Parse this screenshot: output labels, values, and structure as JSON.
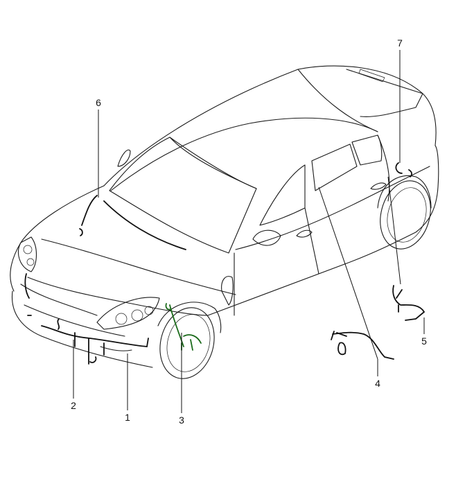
{
  "diagram": {
    "callouts": [
      {
        "id": "1",
        "label": "1"
      },
      {
        "id": "2",
        "label": "2"
      },
      {
        "id": "3",
        "label": "3"
      },
      {
        "id": "4",
        "label": "4"
      },
      {
        "id": "5",
        "label": "5"
      },
      {
        "id": "6",
        "label": "6"
      },
      {
        "id": "7",
        "label": "7"
      }
    ],
    "colors": {
      "line": "#1a1a1a",
      "highlight_harness": "#1a6a1a",
      "background": "#ffffff"
    }
  }
}
